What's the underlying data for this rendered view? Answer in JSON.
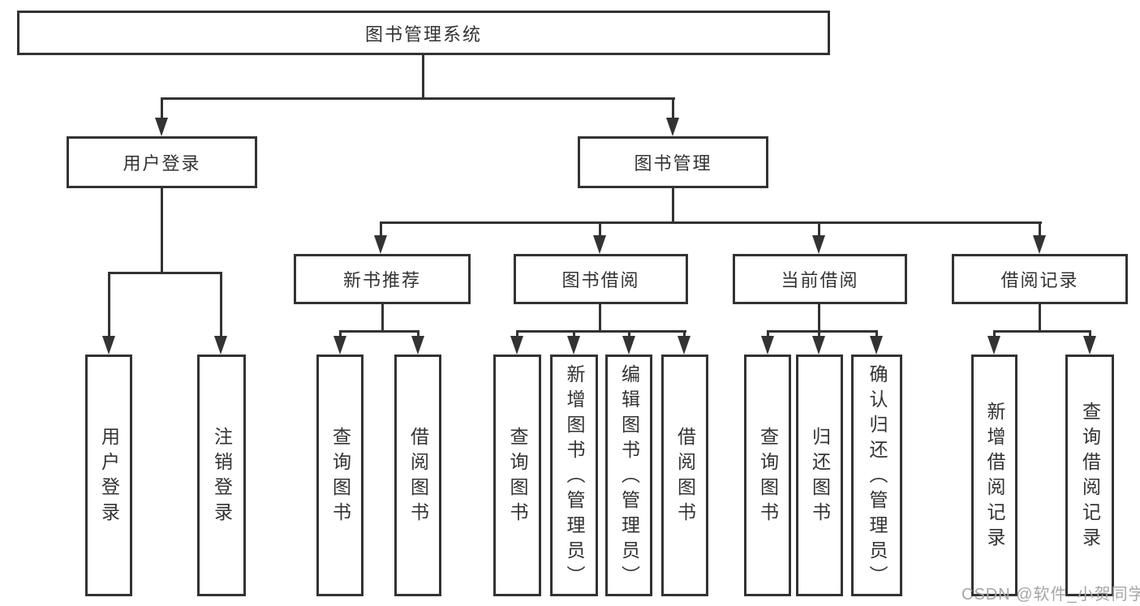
{
  "diagram": {
    "type": "tree-diagram",
    "tree": {
      "label": "图书管理系统",
      "children": [
        {
          "label": "用户登录",
          "children": [
            {
              "label": "用户登录"
            },
            {
              "label": "注销登录"
            }
          ]
        },
        {
          "label": "图书管理",
          "children": [
            {
              "label": "新书推荐",
              "children": [
                {
                  "label": "查询图书"
                },
                {
                  "label": "借阅图书"
                }
              ]
            },
            {
              "label": "图书借阅",
              "children": [
                {
                  "label": "查询图书"
                },
                {
                  "label": "新增图书（管理员）"
                },
                {
                  "label": "编辑图书（管理员）"
                },
                {
                  "label": "借阅图书"
                }
              ]
            },
            {
              "label": "当前借阅",
              "children": [
                {
                  "label": "查询图书"
                },
                {
                  "label": "归还图书"
                },
                {
                  "label": "确认归还（管理员）"
                }
              ]
            },
            {
              "label": "借阅记录",
              "children": [
                {
                  "label": "新增借阅记录"
                },
                {
                  "label": "查询借阅记录"
                }
              ]
            }
          ]
        }
      ]
    },
    "colors": {
      "line": "#333333",
      "box_border": "#333333",
      "box_fill": "#ffffff",
      "text": "#333333",
      "watermark": "#a6a6a6",
      "background": "#ffffff"
    }
  },
  "watermark": {
    "text": "CSDN @软件_小贺同学"
  }
}
